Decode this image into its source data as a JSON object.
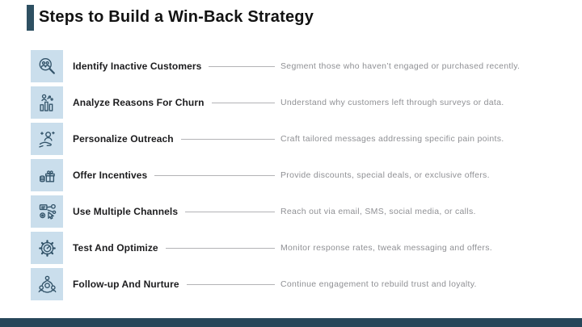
{
  "slide": {
    "title": "Steps to Build a Win-Back Strategy",
    "colors": {
      "accent_dark_teal": "#2E5062",
      "bottom_bar_teal": "#27475A",
      "icon_tile_blue": "#CADEEC",
      "icon_stroke": "#33546A",
      "connector_gray": "#b3b3b6",
      "description_gray": "#8f9094"
    }
  },
  "steps": [
    {
      "icon": "identify-inactive-customers-icon",
      "title": "Identify Inactive Customers",
      "description": "Segment those who haven’t engaged or purchased recently."
    },
    {
      "icon": "analyze-churn-icon",
      "title": "Analyze Reasons For Churn",
      "description": "Understand why customers left through surveys or data."
    },
    {
      "icon": "personalize-outreach-icon",
      "title": "Personalize Outreach",
      "description": "Craft tailored messages addressing specific pain points."
    },
    {
      "icon": "offer-incentives-icon",
      "title": "Offer Incentives",
      "description": "Provide discounts, special deals, or exclusive offers."
    },
    {
      "icon": "multiple-channels-icon",
      "title": "Use Multiple Channels",
      "description": "Reach out via email, SMS, social media, or calls."
    },
    {
      "icon": "test-optimize-icon",
      "title": "Test And Optimize",
      "description": "Monitor response rates, tweak messaging and offers."
    },
    {
      "icon": "follow-up-nurture-icon",
      "title": "Follow-up And Nurture",
      "description": "Continue engagement to rebuild trust and loyalty."
    }
  ]
}
